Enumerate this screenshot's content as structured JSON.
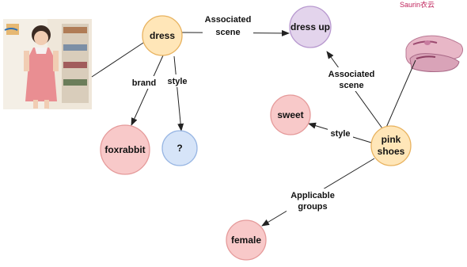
{
  "brand_mark": "Saurin衣云",
  "photos": {
    "girl_in_dress": "photo of a girl wearing a pink dress",
    "pink_shoes": "photo of a pair of pink shoes"
  },
  "colors": {
    "dress": "#ffe6b8",
    "pink_shoes": "#ffe6b8",
    "dress_up": "#e3d4ec",
    "sweet": "#f8c9c9",
    "foxrabbit": "#f8c9c9",
    "unknown_style": "#d6e4f8",
    "female": "#f8c9c9",
    "orange_stroke": "#e8b25e",
    "purple_stroke": "#b899cf",
    "red_stroke": "#e59a9a",
    "blue_stroke": "#98b6e3"
  },
  "nodes": {
    "dress": "dress",
    "dress_up": "dress up",
    "foxrabbit": "foxrabbit",
    "unknown_style": "?",
    "sweet": "sweet",
    "pink_shoes_line1": "pink",
    "pink_shoes_line2": "shoes",
    "female": "female"
  },
  "edges": {
    "dress_associated_scene_line1": "Associated",
    "dress_associated_scene_line2": "scene",
    "dress_brand": "brand",
    "dress_style": "style",
    "shoes_associated_scene_line1": "Associated",
    "shoes_associated_scene_line2": "scene",
    "shoes_style": "style",
    "shoes_groups_line1": "Applicable",
    "shoes_groups_line2": "groups"
  }
}
